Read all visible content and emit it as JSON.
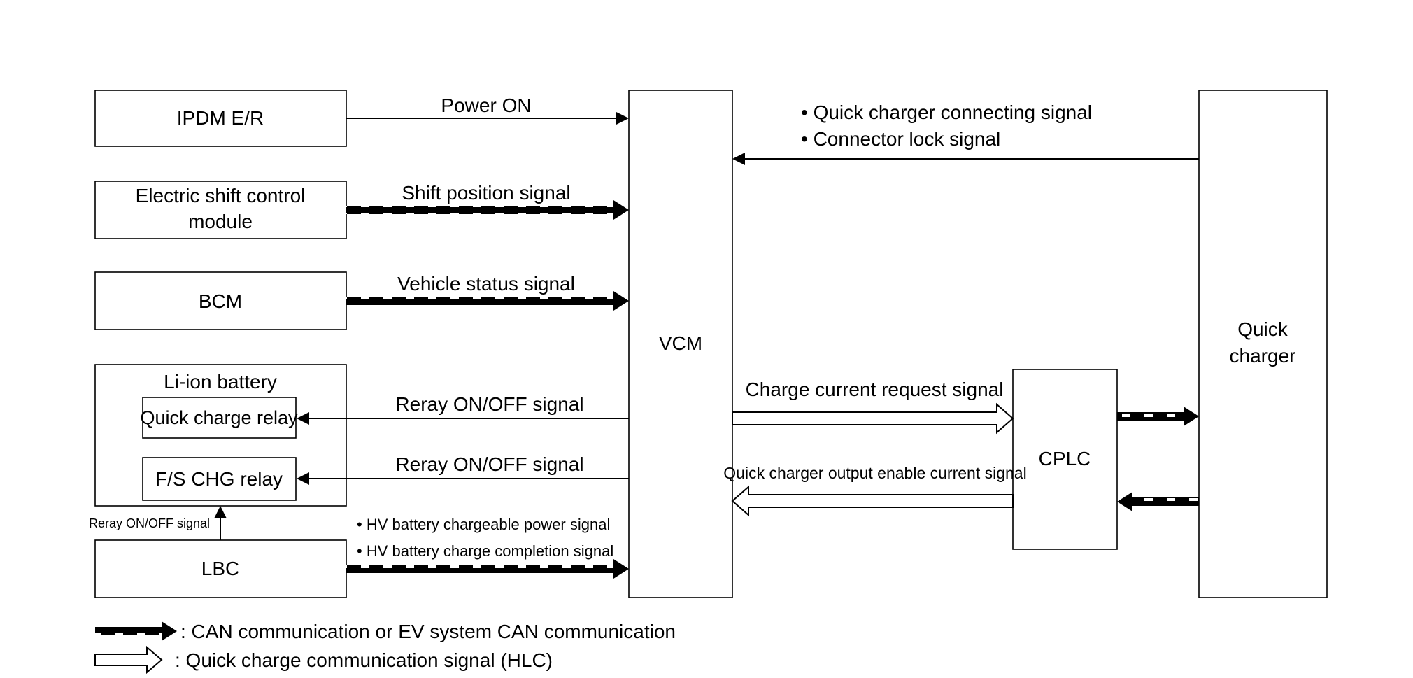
{
  "blocks": {
    "ipdm": "IPDM E/R",
    "esc_line1": "Electric shift control",
    "esc_line2": "module",
    "bcm": "BCM",
    "liion": "Li-ion battery",
    "qc_relay": "Quick charge relay",
    "fs_relay": "F/S CHG relay",
    "lbc": "LBC",
    "vcm": "VCM",
    "cplc": "CPLC",
    "qc_line1": "Quick",
    "qc_line2": "charger"
  },
  "signals": {
    "power_on": "Power ON",
    "shift_position": "Shift position signal",
    "vehicle_status": "Vehicle status signal",
    "relay_onoff_1": "Reray ON/OFF signal",
    "relay_onoff_2": "Reray ON/OFF signal",
    "relay_onoff_lbc": "Reray ON/OFF signal",
    "hv_chargeable": "• HV battery chargeable power signal",
    "hv_completion": "• HV battery charge completion signal",
    "qc_connecting": "• Quick charger connecting signal",
    "connector_lock": "• Connector lock signal",
    "charge_current_request": "Charge current request signal",
    "qc_output_enable": "Quick charger output enable current signal"
  },
  "legend": {
    "can": ": CAN communication or EV system CAN communication",
    "hlc": ": Quick charge communication signal (HLC)"
  }
}
